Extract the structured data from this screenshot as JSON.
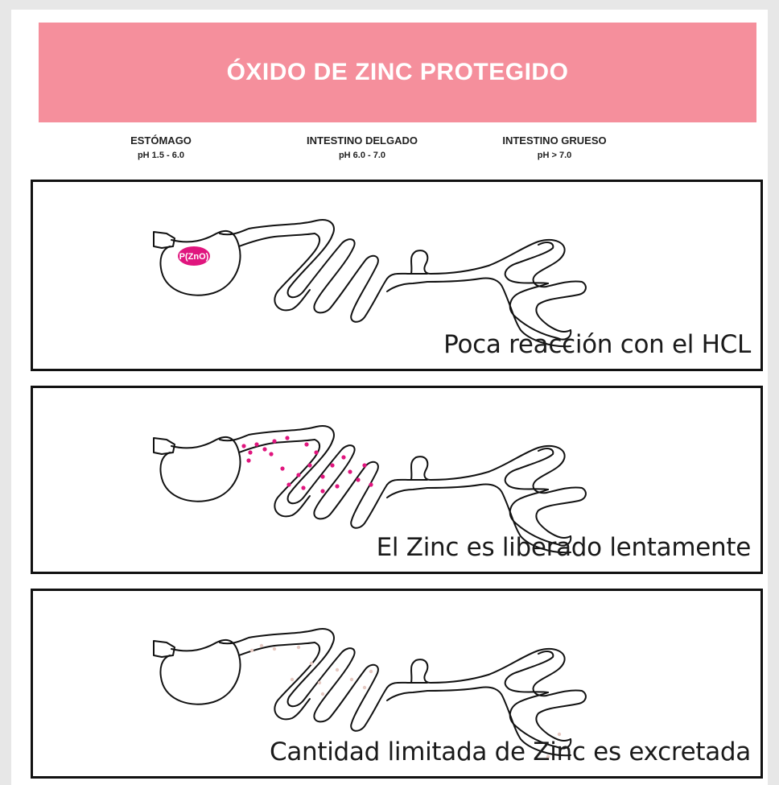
{
  "header": {
    "title": "ÓXIDO DE ZINC  PROTEGIDO"
  },
  "zones": [
    {
      "name": "ESTÓMAGO",
      "ph": "pH 1.5 - 6.0"
    },
    {
      "name": "INTESTINO DELGADO",
      "ph": "pH 6.0 - 7.0"
    },
    {
      "name": "INTESTINO GRUESO",
      "ph": "pH > 7.0"
    }
  ],
  "panels": [
    {
      "caption": "Poca reacción con el HCL",
      "capsule_label": "P(ZnO)"
    },
    {
      "caption": "El Zinc es liberado lentamente"
    },
    {
      "caption": "Cantidad limitada de Zinc es excretada"
    }
  ],
  "colors": {
    "banner": "#f58f9c",
    "zinc": "#e0157e",
    "excreted": "#e6c9c2"
  }
}
